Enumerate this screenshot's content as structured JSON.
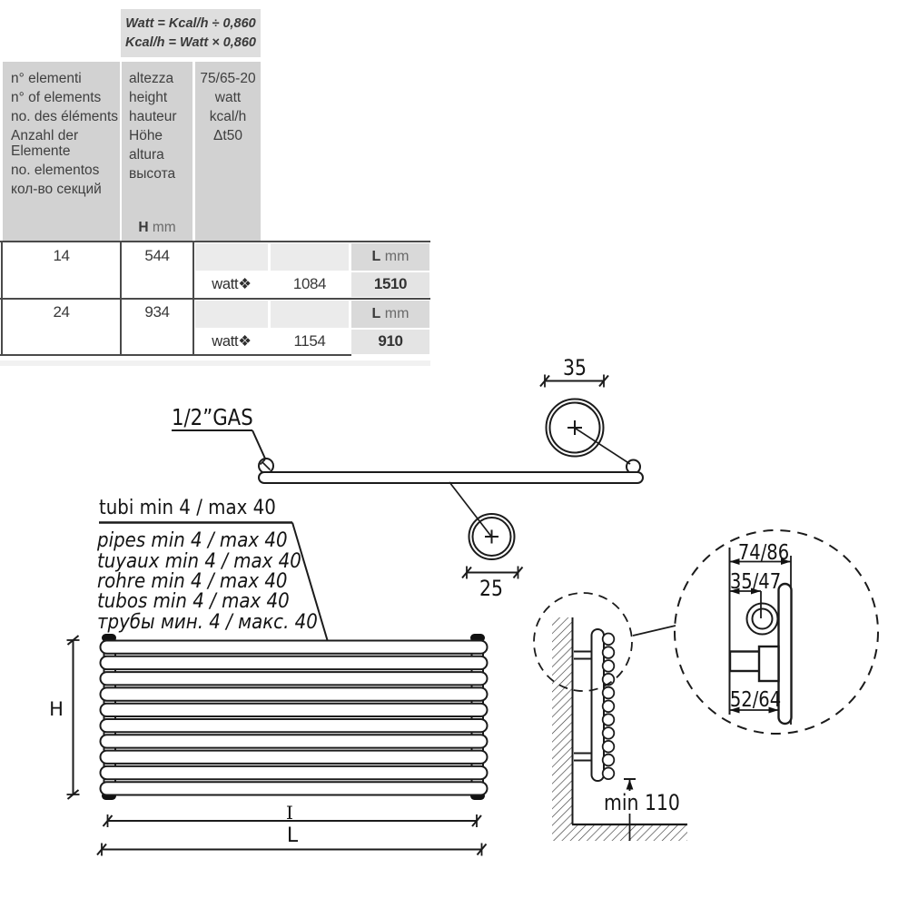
{
  "table": {
    "formula": [
      "Watt = Kcal/h ÷ 0,860",
      "Kcal/h = Watt × 0,860"
    ],
    "elements_header": [
      "n° elementi",
      "n° of elements",
      "no. des éléments",
      "Anzahl der",
      "Elemente",
      "no. elementos",
      "кол-во секций"
    ],
    "height_header": [
      "altezza",
      "height",
      "hauteur",
      "Höhe",
      "altura",
      "высота"
    ],
    "height_unit_bold": "H",
    "height_unit": "mm",
    "output_header": [
      "75/65-20",
      "watt",
      "kcal/h",
      "Δt50"
    ],
    "length_label_bold": "L",
    "length_label_unit": "mm",
    "watt_row_label": "watt❖",
    "rows": [
      {
        "elements": "14",
        "height_mm": "544",
        "watt": "1084",
        "length_mm": "1510"
      },
      {
        "elements": "24",
        "height_mm": "934",
        "watt": "1154",
        "length_mm": "910"
      }
    ]
  },
  "top_view": {
    "connection_label": "1/2”GAS",
    "tube_spacing_dim": "35",
    "tube_diameter_dim": "25"
  },
  "notes": {
    "tubes_it": "tubi min 4 / max 40",
    "tubes_en": "pipes min 4 / max 40",
    "tubes_fr": "tuyaux min 4 / max 40",
    "tubes_de": "rohre min 4 / max 40",
    "tubes_es": "tubos min 4 / max 40",
    "tubes_ru": "трубы мин. 4 / макс. 40"
  },
  "front_view": {
    "height_label": "H",
    "inner_length_label": "I",
    "length_label": "L"
  },
  "side_view": {
    "floor_clearance": "min 110"
  },
  "detail_view": {
    "depth_dims": "74/86",
    "axis_dims": "35/47",
    "valve_dims": "52/64"
  },
  "colors": {
    "header_bg": "#d2d2d2",
    "formula_bg": "#dedede",
    "cell_gray": "#ebebeb",
    "label_cell_bg": "#d9d9d9",
    "value_cell_bg": "#e4e4e4",
    "border_line": "#4a4a4a",
    "ink": "#1b1b1b"
  }
}
